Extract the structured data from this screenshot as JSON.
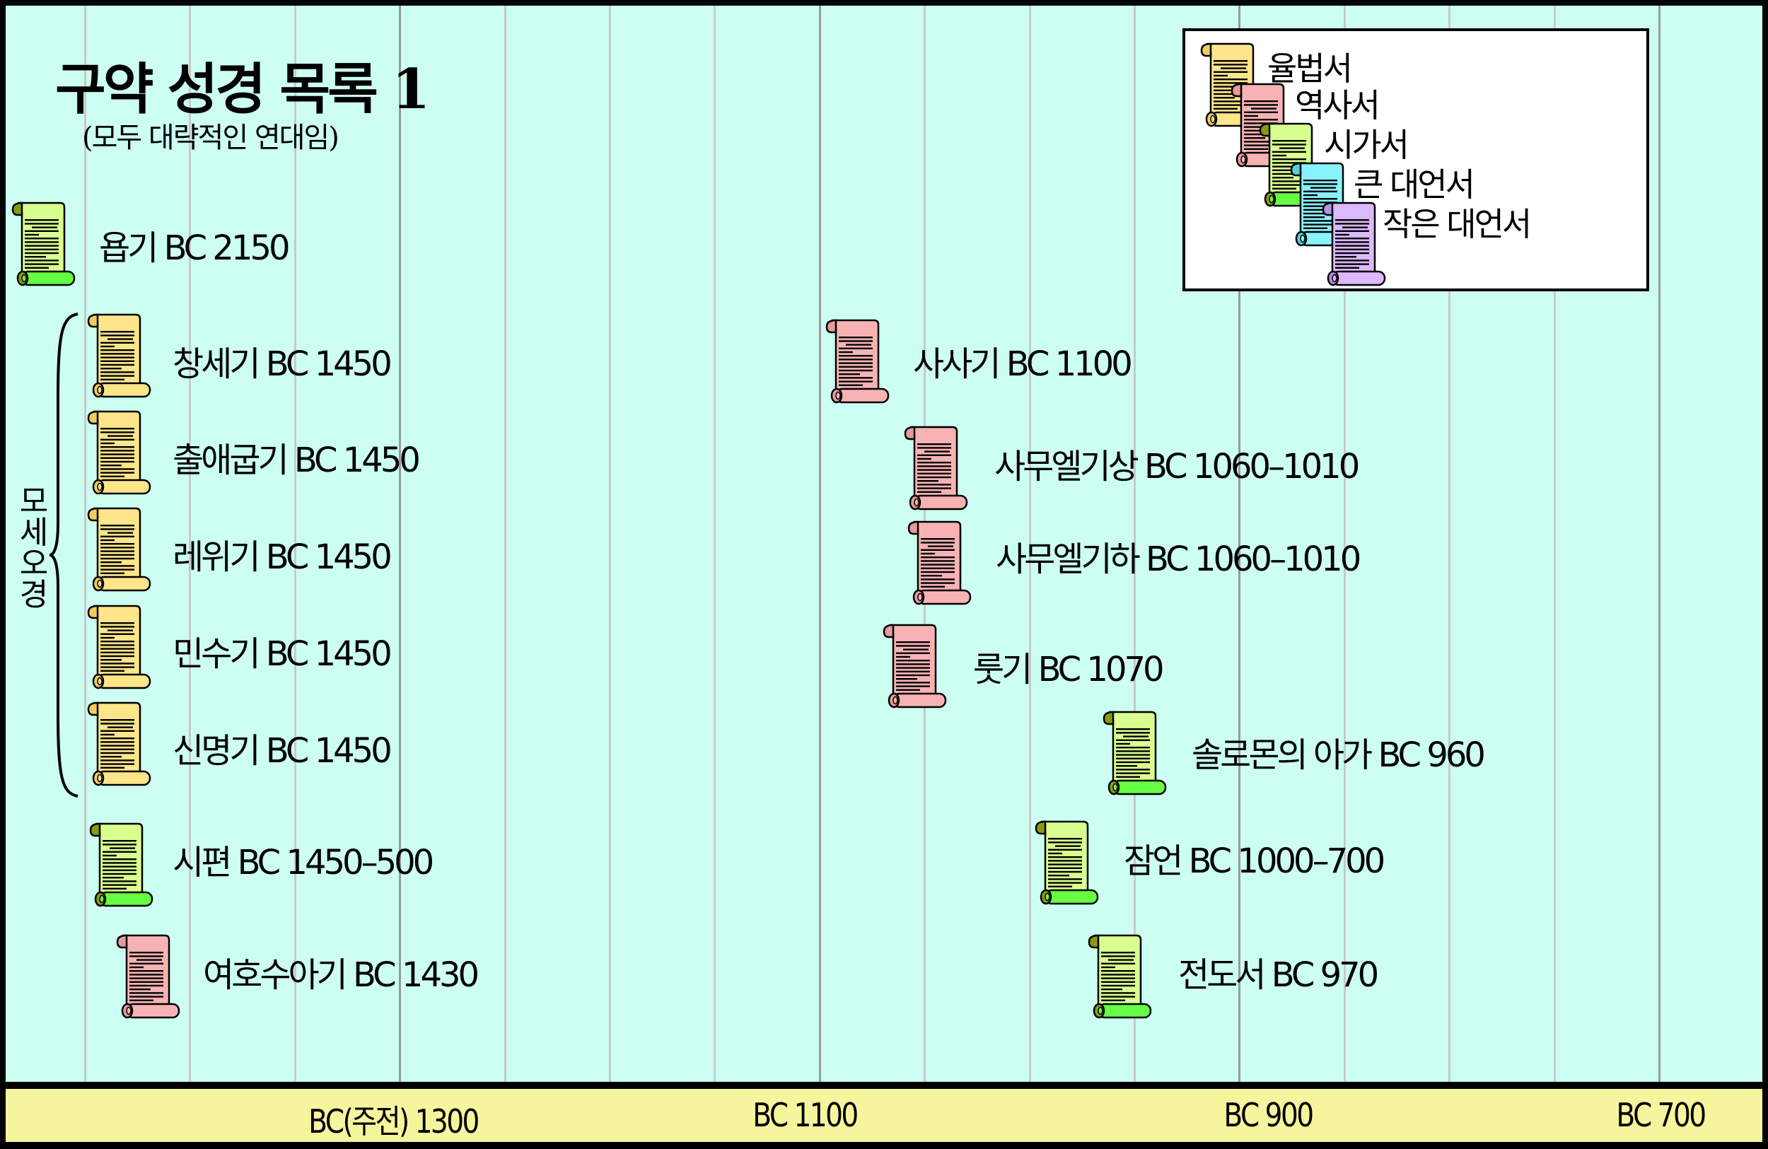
{
  "title": "구약 성경 목록 1",
  "subtitle": "(모두 대략적인 연대임)",
  "colors": {
    "law": {
      "body": "#fde58a",
      "roll": "#fde58a",
      "curl": "#f0cc60"
    },
    "history": {
      "body": "#f7b3b3",
      "roll": "#f7b3b3",
      "curl": "#e89a9a"
    },
    "poetry": {
      "body": "#d9ff8f",
      "roll": "#66ff44",
      "curl": "#8a9a10"
    },
    "major_prophets": {
      "body": "#88f2ff",
      "roll": "#88f2ff",
      "curl": "#55cfe0"
    },
    "minor_prophets": {
      "body": "#dcb8ff",
      "roll": "#dcb8ff",
      "curl": "#b890e8"
    },
    "background": "#ccfff2",
    "axis_band": "#f5f59e"
  },
  "legend": [
    {
      "category": "law",
      "label": "율법서"
    },
    {
      "category": "history",
      "label": "역사서"
    },
    {
      "category": "poetry",
      "label": "시가서"
    },
    {
      "category": "major_prophets",
      "label": "큰 대언서"
    },
    {
      "category": "minor_prophets",
      "label": "작은 대언서"
    }
  ],
  "group_label": "모세오경",
  "books": [
    {
      "category": "poetry",
      "label": "욥기 BC 2150"
    },
    {
      "category": "law",
      "label": "창세기 BC 1450"
    },
    {
      "category": "law",
      "label": "출애굽기 BC 1450"
    },
    {
      "category": "law",
      "label": "레위기 BC 1450"
    },
    {
      "category": "law",
      "label": "민수기 BC 1450"
    },
    {
      "category": "law",
      "label": "신명기 BC 1450"
    },
    {
      "category": "poetry",
      "label": "시편 BC 1450–500"
    },
    {
      "category": "history",
      "label": "여호수아기 BC 1430"
    },
    {
      "category": "history",
      "label": "사사기 BC 1100"
    },
    {
      "category": "history",
      "label": "사무엘기상 BC 1060–1010"
    },
    {
      "category": "history",
      "label": "사무엘기하 BC 1060–1010"
    },
    {
      "category": "history",
      "label": "룻기 BC 1070"
    },
    {
      "category": "poetry",
      "label": "솔로몬의 아가 BC 960"
    },
    {
      "category": "poetry",
      "label": "잠언 BC 1000–700"
    },
    {
      "category": "poetry",
      "label": "전도서 BC 970"
    }
  ],
  "axis": {
    "ticks": [
      "BC(주전) 1300",
      "BC 1100",
      "BC 900",
      "BC 700"
    ]
  }
}
